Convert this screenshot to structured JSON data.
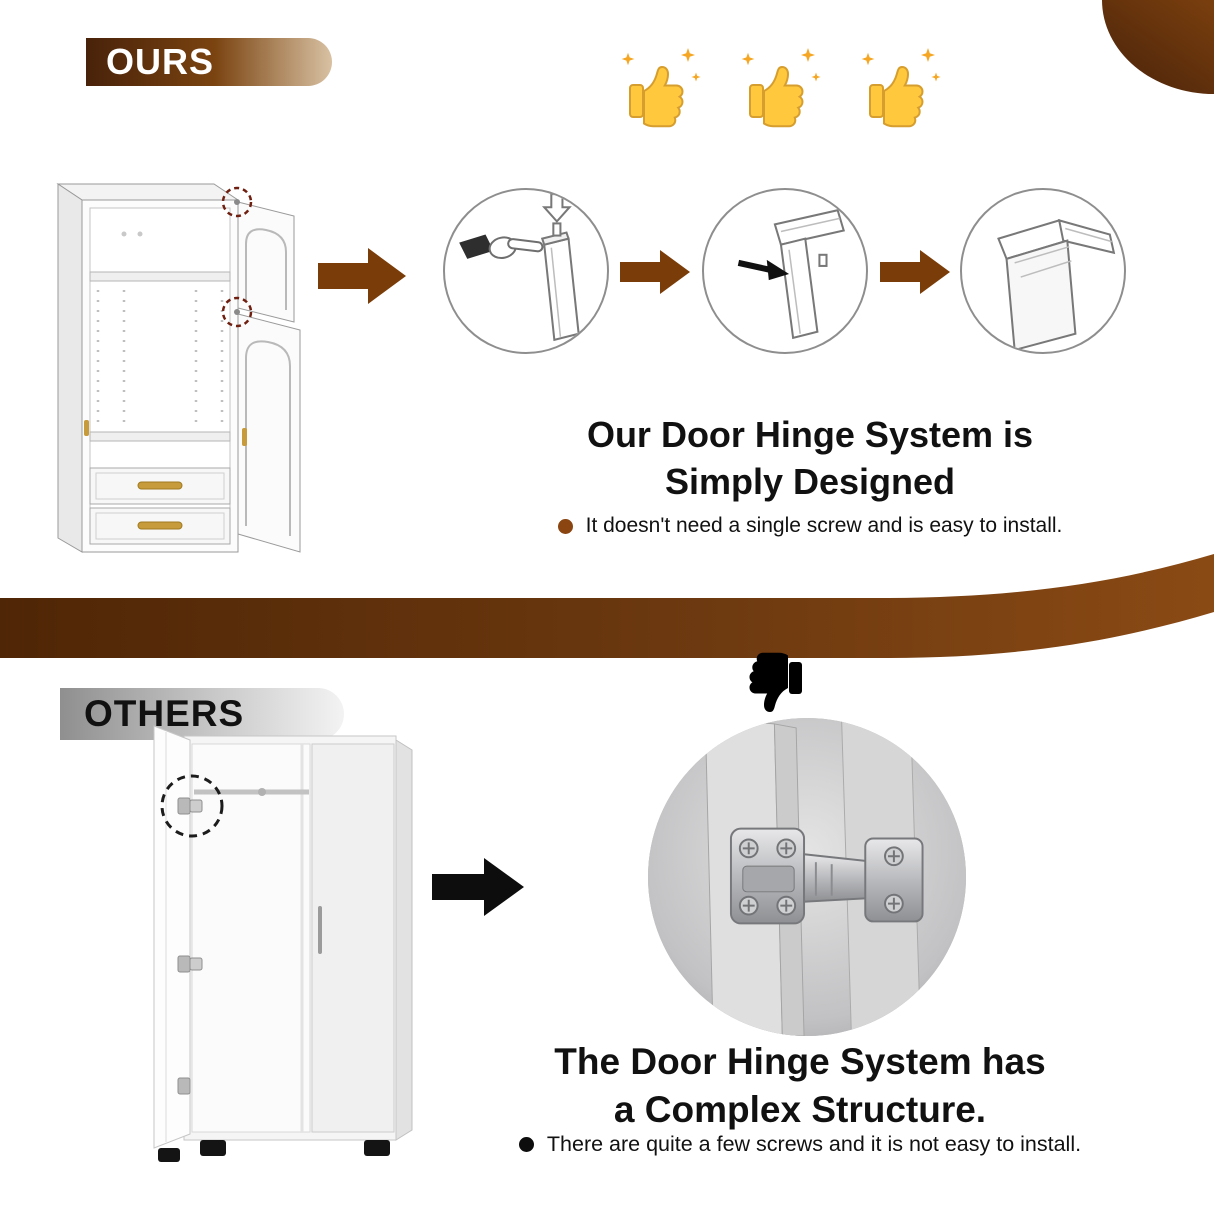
{
  "colors": {
    "brown_dark": "#48220a",
    "brown_accent": "#7a3c08",
    "brown_band": "#6e3a10",
    "tan_light": "#d8c1a2",
    "ink": "#111111",
    "thumb_yellow": "#ffc83d",
    "sparkle_orange": "#f5a623",
    "bullet_ours": "#8a4510"
  },
  "ours": {
    "banner_label": "OURS",
    "heading_line1": "Our Door Hinge System is",
    "heading_line2": "Simply Designed",
    "bullet_text": "It doesn't need a single screw and is easy to install."
  },
  "others": {
    "banner_label": "OTHERS",
    "heading_line1": "The Door Hinge System has",
    "heading_line2": "a Complex Structure.",
    "bullet_text": "There are quite a few screws and it is not easy to install."
  },
  "icons": {
    "thumbs_up": "thumbs-up",
    "thumbs_down": "thumbs-down",
    "arrow_right": "arrow-right",
    "step_1": "press-pin-into-door-top",
    "step_2": "pin-aligned-with-door-corner",
    "step_3": "hinge-corner-assembled",
    "wardrobe_ours": "wardrobe-open-doors-illustration",
    "wardrobe_others": "wardrobe-open-door-photo",
    "hinge_closeup": "cabinet-hinge-closeup-photo"
  }
}
